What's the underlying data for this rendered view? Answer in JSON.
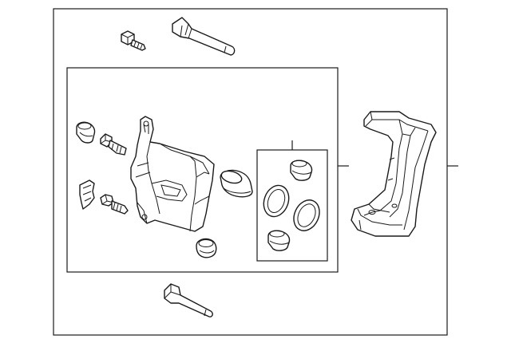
{
  "diagram": {
    "kind": "exploded-parts-diagram",
    "parts": [
      {
        "name": "caliper-housing"
      },
      {
        "name": "piston"
      },
      {
        "name": "seal-kit"
      },
      {
        "name": "caliper-bracket"
      },
      {
        "name": "guide-pin-upper"
      },
      {
        "name": "guide-pin-lower"
      },
      {
        "name": "mounting-bolt"
      },
      {
        "name": "bleeder-cap"
      },
      {
        "name": "bleeder-screw"
      },
      {
        "name": "clip"
      },
      {
        "name": "caliper-bolt"
      },
      {
        "name": "dust-boot"
      }
    ],
    "callouts": [
      {
        "id": "seal-kit-callout",
        "target": "seal-kit"
      },
      {
        "id": "inner-box-callout",
        "target": "caliper-assembly"
      },
      {
        "id": "outer-box-callout",
        "target": "complete-assembly"
      }
    ]
  }
}
